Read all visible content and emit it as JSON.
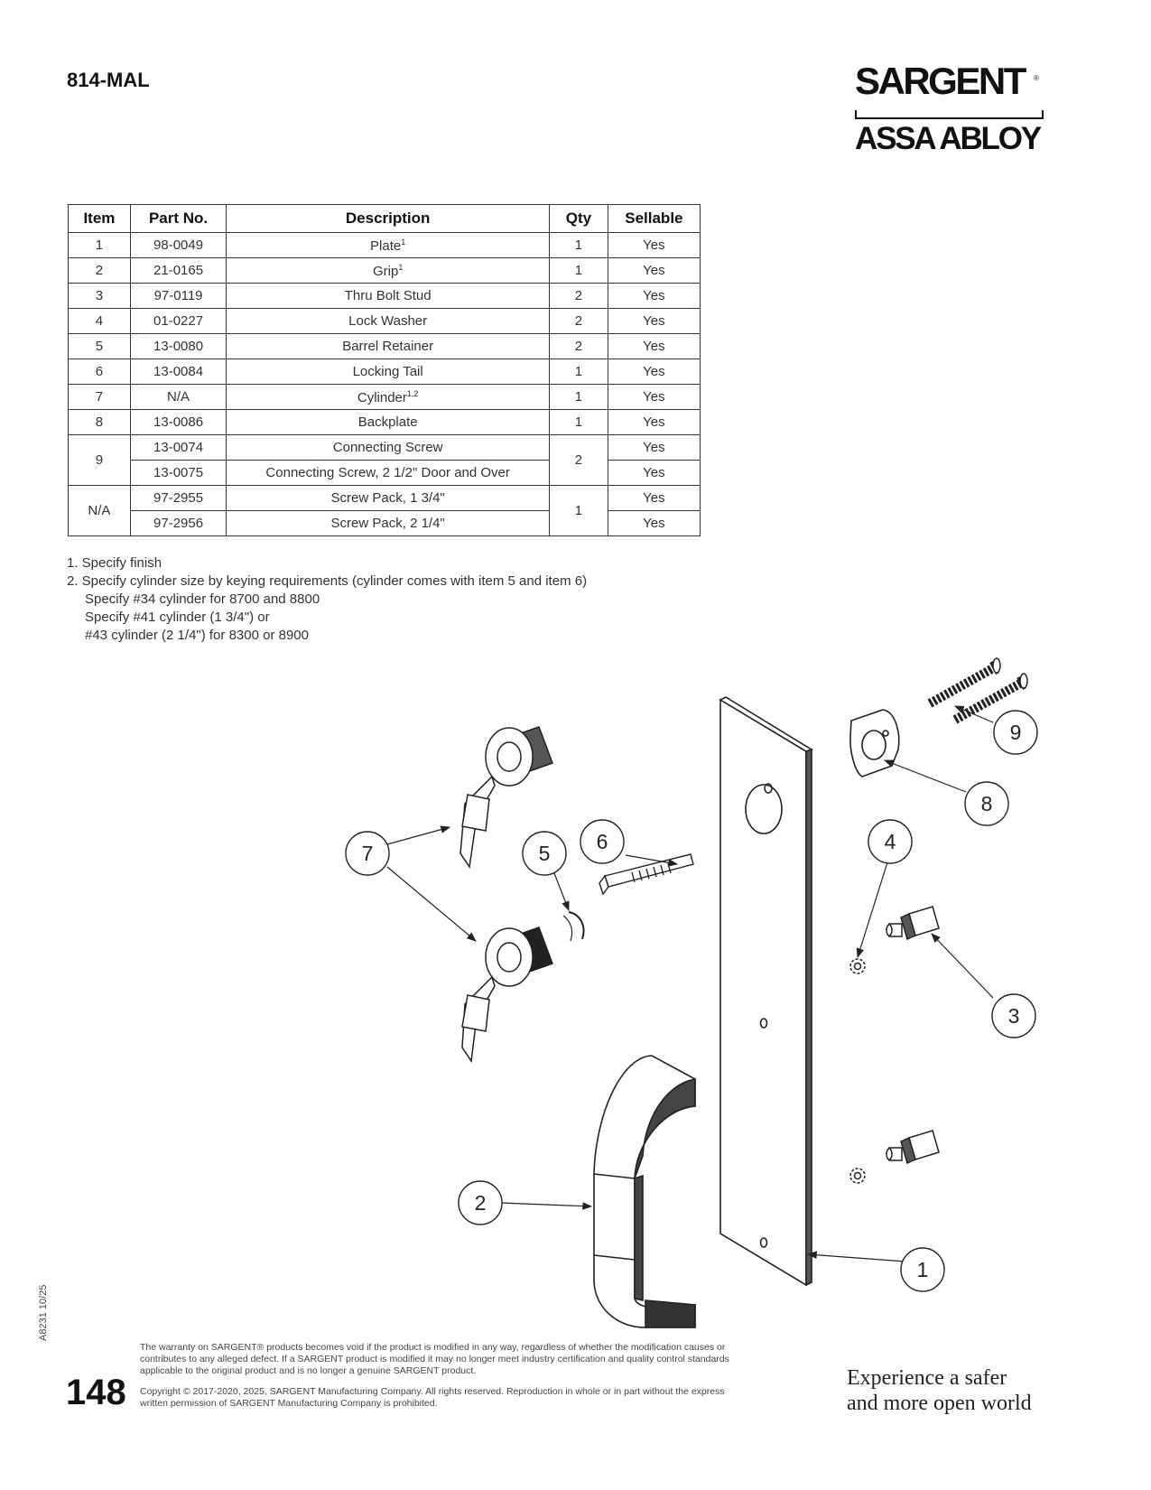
{
  "header": {
    "model": "814-MAL",
    "brand": "SARGENT",
    "brand_mark": "®",
    "parent": "ASSA ABLOY"
  },
  "table": {
    "columns": [
      "Item",
      "Part No.",
      "Description",
      "Qty",
      "Sellable"
    ],
    "rows": [
      {
        "item": "1",
        "part": "98-0049",
        "desc": "Plate",
        "sup": "1",
        "qty": "1",
        "sellable": "Yes"
      },
      {
        "item": "2",
        "part": "21-0165",
        "desc": "Grip",
        "sup": "1",
        "qty": "1",
        "sellable": "Yes"
      },
      {
        "item": "3",
        "part": "97-0119",
        "desc": "Thru Bolt Stud",
        "sup": "",
        "qty": "2",
        "sellable": "Yes"
      },
      {
        "item": "4",
        "part": "01-0227",
        "desc": "Lock Washer",
        "sup": "",
        "qty": "2",
        "sellable": "Yes"
      },
      {
        "item": "5",
        "part": "13-0080",
        "desc": "Barrel Retainer",
        "sup": "",
        "qty": "2",
        "sellable": "Yes"
      },
      {
        "item": "6",
        "part": "13-0084",
        "desc": "Locking Tail",
        "sup": "",
        "qty": "1",
        "sellable": "Yes"
      },
      {
        "item": "7",
        "part": "N/A",
        "desc": "Cylinder",
        "sup": "1,2",
        "qty": "1",
        "sellable": "Yes"
      },
      {
        "item": "8",
        "part": "13-0086",
        "desc": "Backplate",
        "sup": "",
        "qty": "1",
        "sellable": "Yes"
      },
      {
        "item": "9",
        "part": "13-0074",
        "desc": "Connecting Screw",
        "sup": "",
        "qty": "2",
        "sellable": "Yes"
      },
      {
        "item": "",
        "part": "13-0075",
        "desc": "Connecting Screw, 2 1/2\" Door and Over",
        "sup": "",
        "qty": "",
        "sellable": "Yes"
      },
      {
        "item": "N/A",
        "part": "97-2955",
        "desc": "Screw Pack, 1 3/4\"",
        "sup": "",
        "qty": "1",
        "sellable": "Yes"
      },
      {
        "item": "",
        "part": "97-2956",
        "desc": "Screw Pack, 2 1/4\"",
        "sup": "",
        "qty": "",
        "sellable": "Yes"
      }
    ]
  },
  "notes": [
    "1. Specify finish",
    "2. Specify cylinder size by keying requirements (cylinder comes with item 5 and item 6)",
    "Specify #34 cylinder for 8700 and 8800",
    "Specify #41 cylinder (1 3/4\") or",
    "#43 cylinder (2 1/4\") for 8300 or 8900"
  ],
  "callouts": [
    "1",
    "2",
    "3",
    "4",
    "5",
    "6",
    "7",
    "8",
    "9"
  ],
  "footer": {
    "doc_code": "A8231  10/25",
    "page_number": "148",
    "warranty": "The warranty on SARGENT® products becomes void if the product is modified in any way, regardless of whether the modification causes or contributes to any alleged defect. If a SARGENT product is modified it may no longer meet industry certification and quality control standards applicable to the original product and is no longer a genuine SARGENT product.",
    "copyright": "Copyright © 2017-2020, 2025, SARGENT Manufacturing Company. All rights reserved. Reproduction in whole or in part without the express written permission of SARGENT Manufacturing Company is prohibited.",
    "tagline_1": "Experience a safer",
    "tagline_2": "and more open world"
  }
}
